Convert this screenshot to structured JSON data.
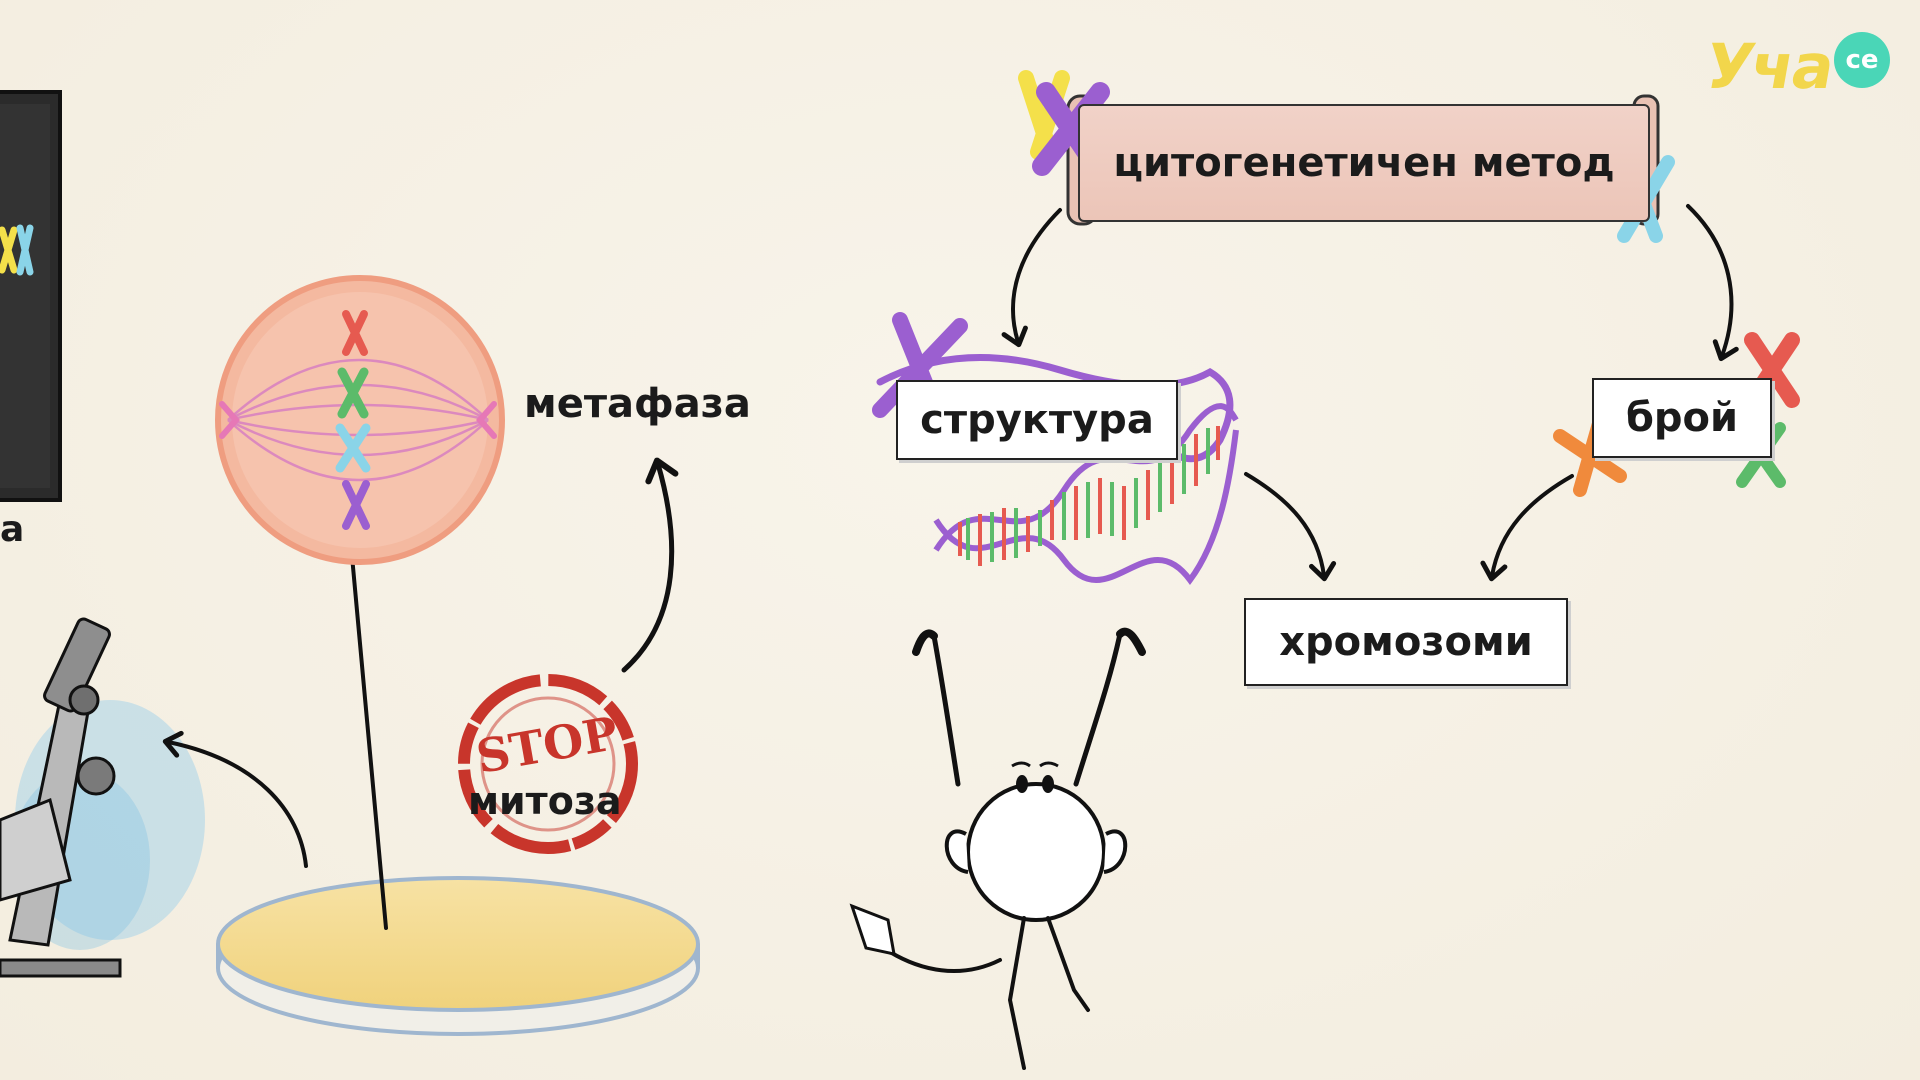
{
  "logo": {
    "text": "Уча",
    "badge": "се"
  },
  "diagram": {
    "method": "цитогенетичен метод",
    "structure": "структура",
    "count": "брой",
    "chromosomes": "хромозоми",
    "metaphase": "метафаза",
    "mitosis": "митоза",
    "stamp": "STOP",
    "left_partial": "а"
  },
  "colors": {
    "background": "#f6f1e6",
    "scroll": "#ecc5b8",
    "cell": "#f4b9a0",
    "stamp": "#c8352b",
    "logo_yellow": "#f2d64b",
    "logo_teal": "#4ad6b7",
    "chromosome_red": "#e65a50",
    "chromosome_green": "#5cbb6a",
    "chromosome_blue": "#8ad4e8",
    "chromosome_purple": "#9b5fd0",
    "chromosome_orange": "#f08a3c",
    "chromosome_yellow": "#f4e04a"
  },
  "icons": [
    "microscope-icon",
    "monitor-icon",
    "petri-dish-icon",
    "cell-icon",
    "dna-helix-icon",
    "stop-stamp-icon",
    "character-icon",
    "chromosome-icon"
  ]
}
